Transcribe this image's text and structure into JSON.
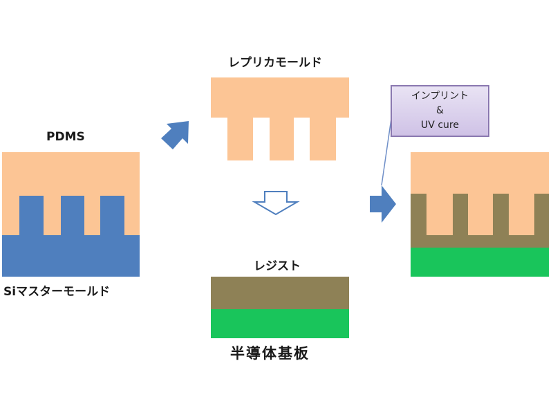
{
  "labels": {
    "pdms": "PDMS",
    "si_master_mold": "Siマスターモールド",
    "replica_mold": "レプリカモールド",
    "resist": "レジスト",
    "semiconductor_substrate": "半導体基板"
  },
  "callout": {
    "line1": "インプリント",
    "line2": "&",
    "line3": "UV cure"
  },
  "colors": {
    "pdms": "#fcc595",
    "si": "#4f7fbe",
    "resist": "#8e8156",
    "substrate": "#19c55b",
    "arrow": "#4f7fbe",
    "callout_border": "#8a78b0",
    "callout_fill": "#ddd4ee"
  }
}
